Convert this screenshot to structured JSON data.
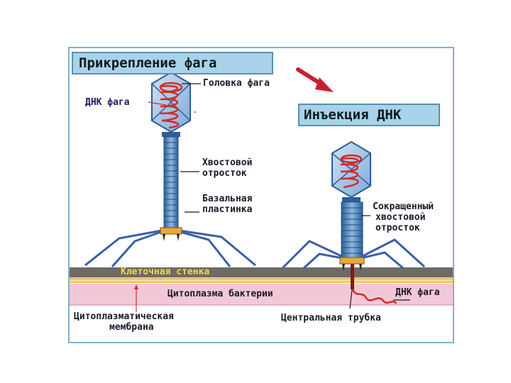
{
  "titles": {
    "attachment": "Прикрепление фага",
    "injection": "Инъекция ДНК"
  },
  "labels": {
    "phage_head": "Головка фага",
    "phage_dna": "ДНК фага",
    "tail_line1": "Хвостовой",
    "tail_line2": "отросток",
    "plate_line1": "Базальная",
    "plate_line2": "пластинка",
    "contracted_line1": "Сокращенный",
    "contracted_line2": "хвостовой",
    "contracted_line3": "отросток",
    "cell_wall": "Клеточная стенка",
    "cytoplasm": "Цитоплазма бактерии",
    "dna_phage_right": "ДНК фага",
    "membrane_line1": "Цитоплазматическая",
    "membrane_line2": "мембрана",
    "central_tube": "Центральная трубка"
  },
  "colors": {
    "frame": "#7ab6c9",
    "title_fill": "#a9d3e8",
    "tail_blue": "#3f79b8",
    "dna_red": "#d42a2a",
    "cell_wall": "#6e6a66",
    "cytoplasm": "#f2c8d8",
    "wall_text": "#f2dc3a",
    "arrow": "#c81e32"
  }
}
